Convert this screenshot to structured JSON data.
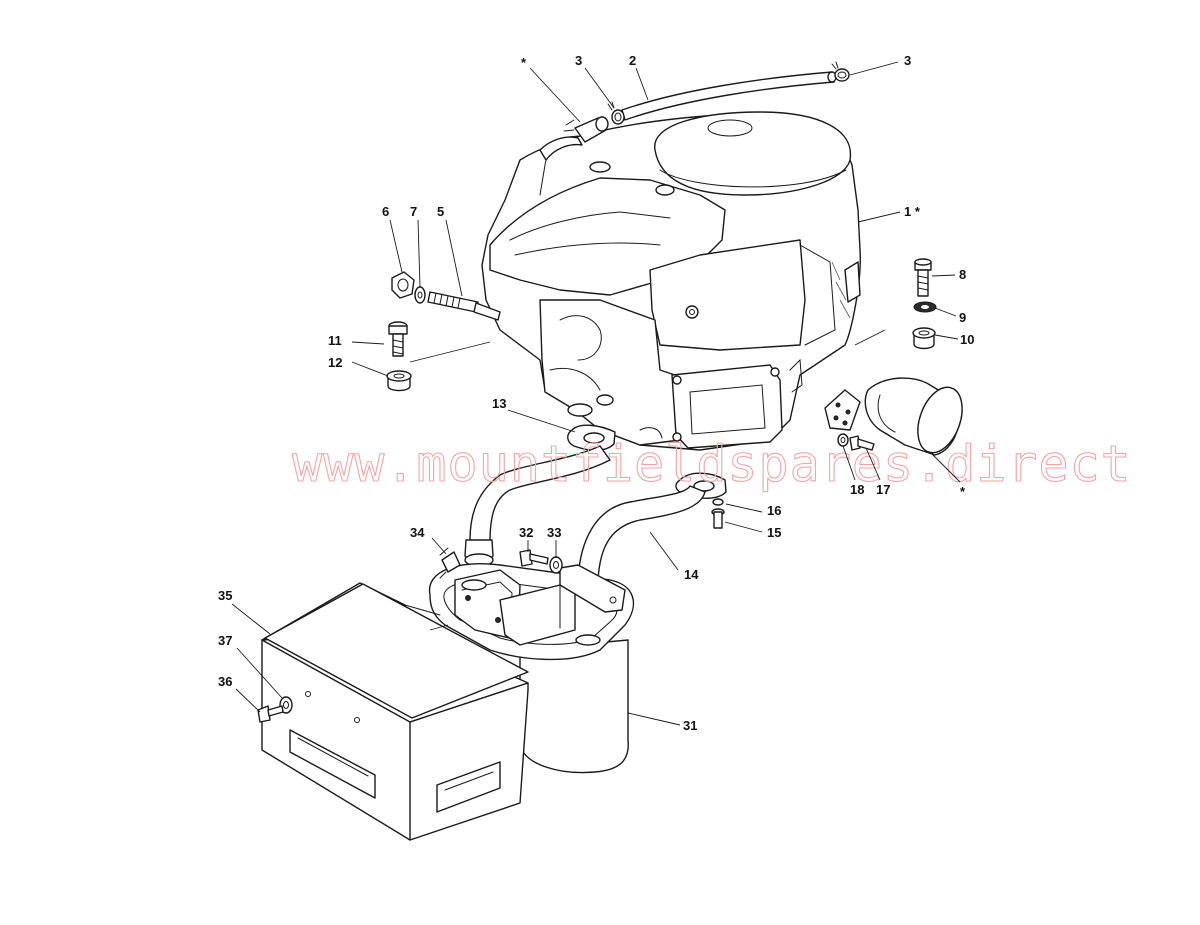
{
  "watermark": "www.mountfieldspares.direct",
  "callouts": [
    {
      "id": "c-star-top",
      "text": "*"
    },
    {
      "id": "c-3a",
      "text": "3"
    },
    {
      "id": "c-2",
      "text": "2"
    },
    {
      "id": "c-3b",
      "text": "3"
    },
    {
      "id": "c-1",
      "text": "1 *"
    },
    {
      "id": "c-6",
      "text": "6"
    },
    {
      "id": "c-7",
      "text": "7"
    },
    {
      "id": "c-5",
      "text": "5"
    },
    {
      "id": "c-8",
      "text": "8"
    },
    {
      "id": "c-9",
      "text": "9"
    },
    {
      "id": "c-10",
      "text": "10"
    },
    {
      "id": "c-11",
      "text": "11"
    },
    {
      "id": "c-12",
      "text": "12"
    },
    {
      "id": "c-13",
      "text": "13"
    },
    {
      "id": "c-18",
      "text": "18"
    },
    {
      "id": "c-17",
      "text": "17"
    },
    {
      "id": "c-star-right",
      "text": "*"
    },
    {
      "id": "c-16",
      "text": "16"
    },
    {
      "id": "c-15",
      "text": "15"
    },
    {
      "id": "c-34",
      "text": "34"
    },
    {
      "id": "c-32",
      "text": "32"
    },
    {
      "id": "c-33",
      "text": "33"
    },
    {
      "id": "c-14",
      "text": "14"
    },
    {
      "id": "c-35",
      "text": "35"
    },
    {
      "id": "c-37",
      "text": "37"
    },
    {
      "id": "c-36",
      "text": "36"
    },
    {
      "id": "c-31",
      "text": "31"
    }
  ]
}
